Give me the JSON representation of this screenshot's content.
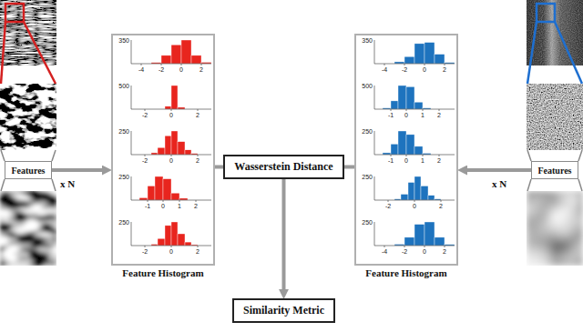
{
  "diagram": {
    "nodes": [
      {
        "text": [
          "Features"
        ]
      },
      {
        "text": [
          "Feature Histogram"
        ]
      },
      {
        "text": [
          "Wasserstein Distance"
        ]
      },
      {
        "text": [
          "Feature Histogram"
        ]
      },
      {
        "text": [
          "Features"
        ]
      },
      {
        "text": [
          "Similarity Metric"
        ]
      }
    ],
    "edges": [
      {
        "from": 0,
        "to": 1,
        "arrow": "to"
      },
      {
        "from": 1,
        "to": 2,
        "arrow": "none"
      },
      {
        "from": 3,
        "to": 2,
        "arrow": "none"
      },
      {
        "from": 4,
        "to": 3,
        "arrow": "to"
      },
      {
        "from": 2,
        "to": 5,
        "arrow": "to"
      }
    ],
    "labels": [
      "x N",
      "x N",
      "350",
      "-4",
      "-2",
      "0",
      "2",
      "500",
      "-2",
      "0",
      "2",
      "250",
      "-2",
      "0",
      "2",
      "250",
      "-1",
      "0",
      "1",
      "2",
      "250",
      "-2",
      "0",
      "2",
      "350",
      "-4",
      "-2",
      "0",
      "2",
      "500",
      "-1",
      "0",
      "1",
      "2",
      "250",
      "-1",
      "0",
      "1",
      "2",
      "250",
      "-2",
      "0",
      "2",
      "250",
      "-4",
      "-2",
      "0",
      "2"
    ]
  }
}
